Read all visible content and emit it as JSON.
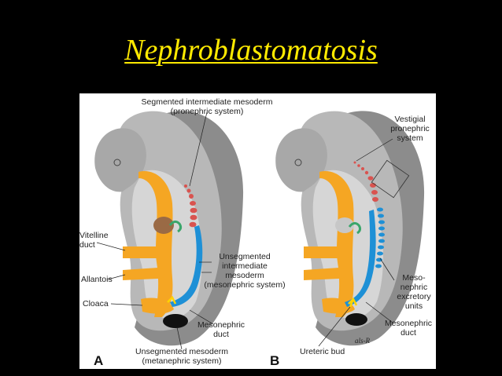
{
  "title": "Nephroblastomatosis",
  "figure": {
    "labels": {
      "segmented": "Segmented intermediate mesoderm",
      "pronephric_system": "(pronephric system)",
      "vitelline": "Vitelline",
      "duct": "duct",
      "allantois": "Allantois",
      "cloaca": "Cloaca",
      "unsegmented": "Unsegmented",
      "intermediate": "intermediate",
      "mesoderm": "mesoderm",
      "mesonephric_system": "(mesonephric system)",
      "mesonephric_a": "Mesonephric",
      "duct_a": "duct",
      "unsegmented_mesoderm": "Unsegmented mesoderm",
      "metanephric_system": "(metanephric system)",
      "panel_a": "A",
      "vestigial": "Vestigial",
      "pronephric": "pronephric",
      "system": "system",
      "meso": "Meso-",
      "nephric": "nephric",
      "excretory": "excretory",
      "units": "units",
      "mesonephric_b": "Mesonephric",
      "duct_b": "duct",
      "ureteric_bud": "Ureteric bud",
      "panel_b": "B",
      "signature": "als-R"
    },
    "colors": {
      "gray_outer": "#8c8c8c",
      "gray_inner": "#b8b8b8",
      "gray_light": "#cfcfcf",
      "orange": "#f5a623",
      "red": "#d9534f",
      "blue": "#1e90d6",
      "brown": "#9a6a45",
      "green": "#3aa66b",
      "black": "#111111"
    }
  }
}
